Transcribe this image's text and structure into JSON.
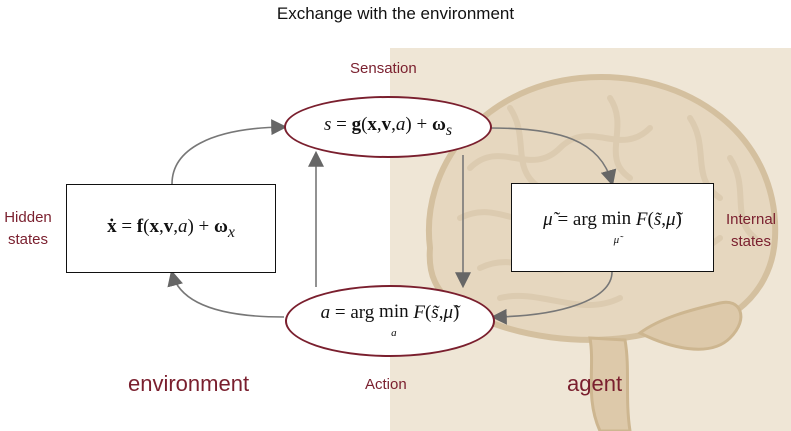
{
  "title": "Exchange with the environment",
  "labels": {
    "sensation": "Sensation",
    "action": "Action",
    "hidden_states_line1": "Hidden",
    "hidden_states_line2": "states",
    "internal_states_line1": "Internal",
    "internal_states_line2": "states",
    "environment": "environment",
    "agent": "agent"
  },
  "equations": {
    "hidden_states": "ẋ = f(x,v,a) + ω_x",
    "sensation": "s = g(x,v,a) + ω_s",
    "internal_states": "μ̃ = arg min_μ̃ F(s̃, μ̃)",
    "action": "a = arg min_a F(s̃, μ̃)"
  },
  "colors": {
    "accent": "#7a1f2e",
    "agent_background": "#efe6d6",
    "arrow": "#666666"
  }
}
